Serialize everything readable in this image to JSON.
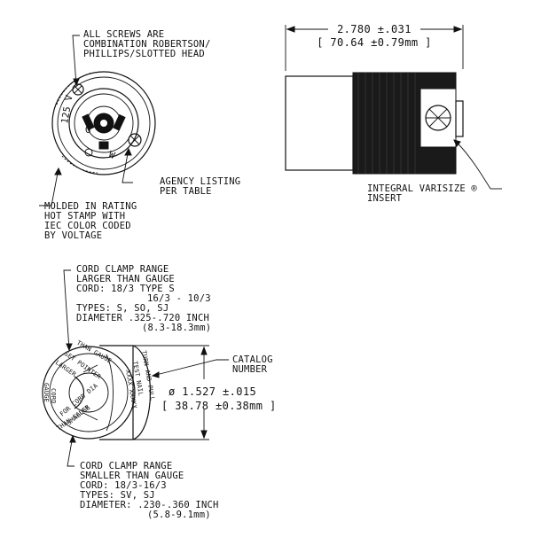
{
  "callouts": {
    "screws": [
      "ALL SCREWS ARE",
      "COMBINATION ROBERTSON/",
      "PHILLIPS/SLOTTED HEAD"
    ],
    "agency": [
      "AGENCY LISTING",
      "PER TABLE"
    ],
    "rating": [
      "MOLDED IN RATING",
      "HOT STAMP WITH",
      "IEC COLOR CODED",
      "BY VOLTAGE"
    ],
    "varisize": [
      "INTEGRAL VARISIZE ®",
      "INSERT"
    ],
    "clamp_large": [
      "CORD CLAMP RANGE",
      "LARGER THAN GAUGE",
      "CORD: 18/3 TYPE S",
      "16/3 - 10/3",
      "TYPES: S, SO, SJ",
      "DIAMETER .325-.720 INCH",
      "(8.3-18.3mm)"
    ],
    "clamp_small": [
      "CORD CLAMP RANGE",
      "SMALLER THAN GAUGE",
      "CORD: 18/3-16/3",
      "TYPES: SV, SJ",
      "DIAMETER: .230-.360 INCH",
      "(5.8-9.1mm)"
    ],
    "catalog": [
      "CATALOG",
      "NUMBER"
    ]
  },
  "dimensions": {
    "length_in": "2.780 ±.031",
    "length_mm": "[ 70.64 ±0.79mm ]",
    "diameter_in": "ø 1.527 ±.015",
    "diameter_mm": "[ 38.78 ±0.38mm ]"
  },
  "face_marks": {
    "voltage": "125 V",
    "face_letter_a": "W",
    "face_letter_b": "G"
  },
  "clamp_view_marks": {
    "set_pointer": "SET POINTER",
    "larger": "LARGER",
    "than_gauge_top": "THAN GAUGE",
    "cord": "CORD",
    "gauge": "GAUGE",
    "for_cord_dia": "FOR CORD DIA",
    "smaller": "SMALLER",
    "than_gauge_bottom": "THAN GAUGE",
    "turn_and_pull": "TURN AND PULL",
    "test_nail": "TEST NAIL",
    "catalog_code": "XXXX XXXXX"
  }
}
